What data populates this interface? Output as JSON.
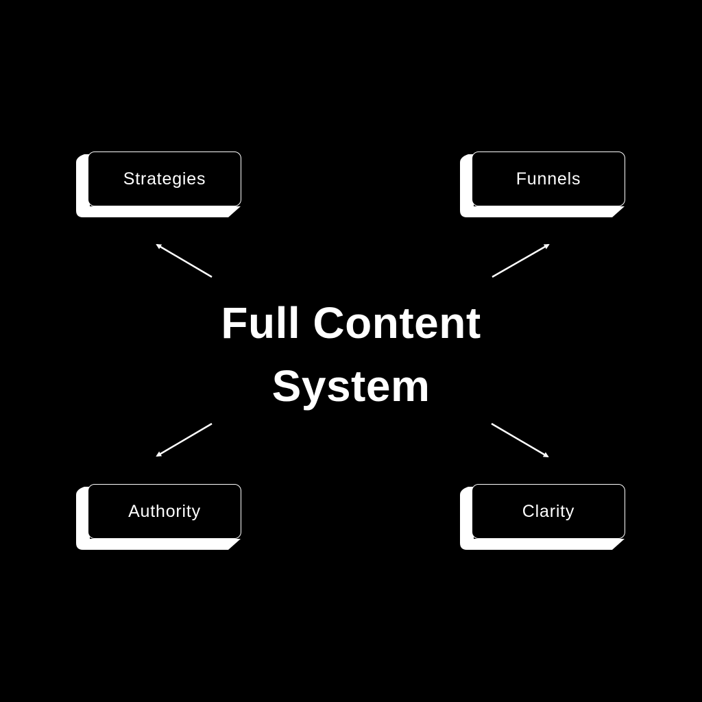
{
  "center": {
    "line1": "Full Content",
    "line2": "System"
  },
  "nodes": {
    "top_left": "Strategies",
    "top_right": "Funnels",
    "bottom_left": "Authority",
    "bottom_right": "Clarity"
  },
  "colors": {
    "background": "#000000",
    "foreground": "#ffffff"
  }
}
